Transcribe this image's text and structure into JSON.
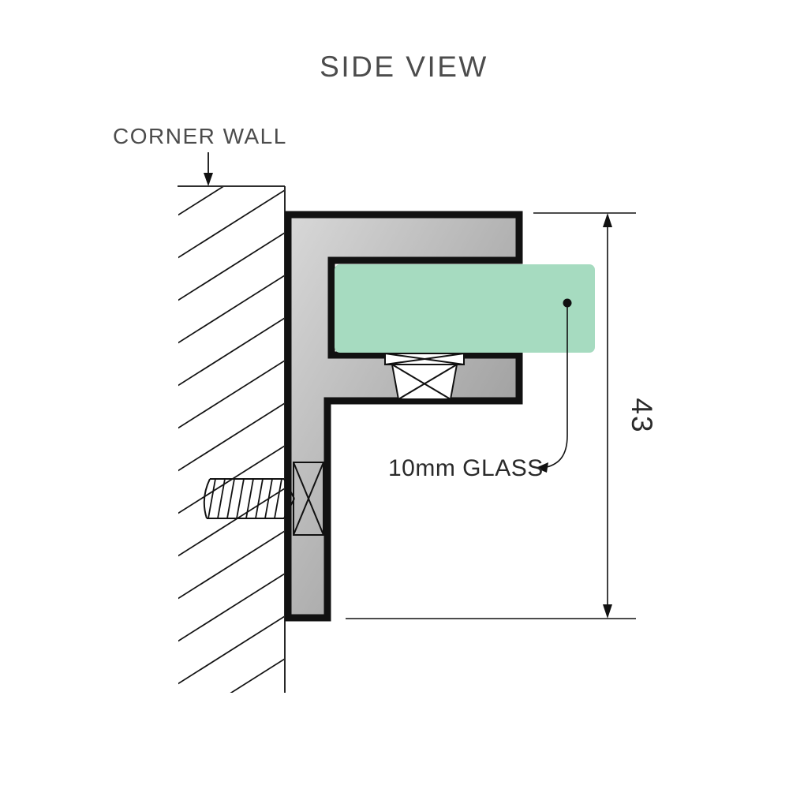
{
  "title": "SIDE VIEW",
  "labels": {
    "wall": "CORNER WALL",
    "glass": "10mm GLASS",
    "dimension": "43"
  },
  "colors": {
    "text_muted": "#4c4c4c",
    "text_dark": "#2a2a2a",
    "line": "#111111",
    "bracket_light": "#d8d8d8",
    "bracket_dark": "#8e8e8e",
    "glass": "#a6dbc0"
  }
}
